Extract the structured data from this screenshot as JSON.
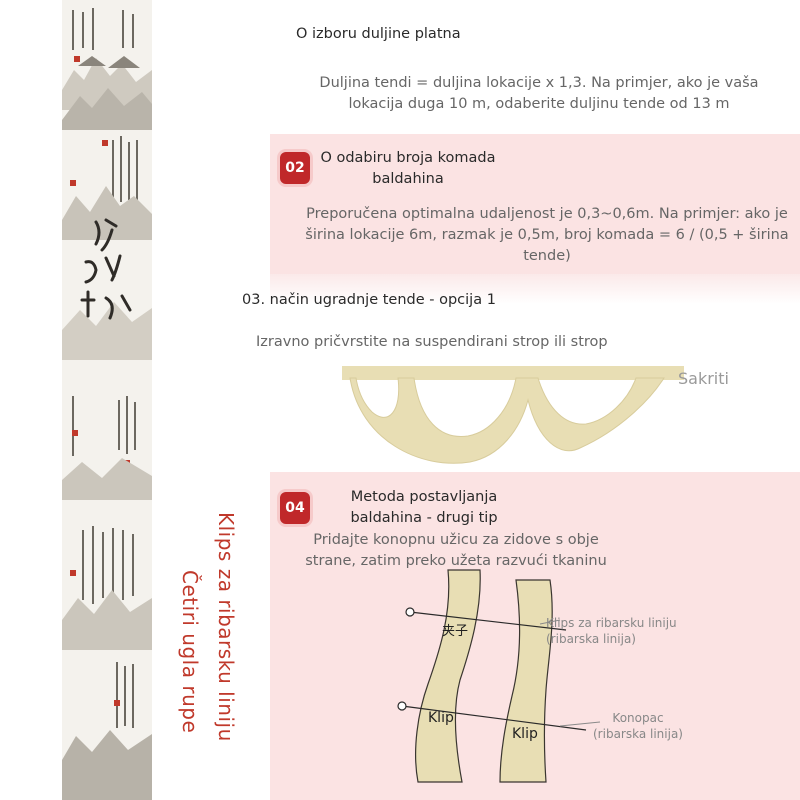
{
  "section1": {
    "title": "O izboru duljine platna",
    "body": "Duljina tendi = duljina lokacije x 1,3. Na primjer, ako je vaša lokacija duga 10 m, odaberite duljinu tende od 13 m"
  },
  "section2": {
    "badge": "02",
    "title": "O odabiru broja komada baldahina",
    "body": "Preporučena optimalna udaljenost je 0,3~0,6m. Na primjer: ako je širina lokacije 6m, razmak je 0,5m, broj komada = 6 / (0,5 + širina tende)"
  },
  "section3": {
    "title": "03. način ugradnje tende - opcija 1",
    "body": "Izravno pričvrstite na suspendirani strop ili strop",
    "label": "Sakriti"
  },
  "section4": {
    "badge": "04",
    "title": "Metoda postavljanja baldahina - drugi tip",
    "body": "Pridajte konopnu užicu za zidove s obje strane, zatim preko užeta razvući tkaninu",
    "label_clip_line": "Klips za ribarsku liniju (ribarska linija)",
    "label_rope": "Konopac (ribarska linija)",
    "label_clip_a": "Klip",
    "label_clip_b": "Klip",
    "label_cn": "夹子"
  },
  "vertical_captions": {
    "line1": "Klips za ribarsku liniju",
    "line2": "Četiri ugla rupe"
  },
  "colors": {
    "accent_red": "#c0282a",
    "panel_pink": "#fbe3e3",
    "fabric_tan": "#e8deb4"
  }
}
